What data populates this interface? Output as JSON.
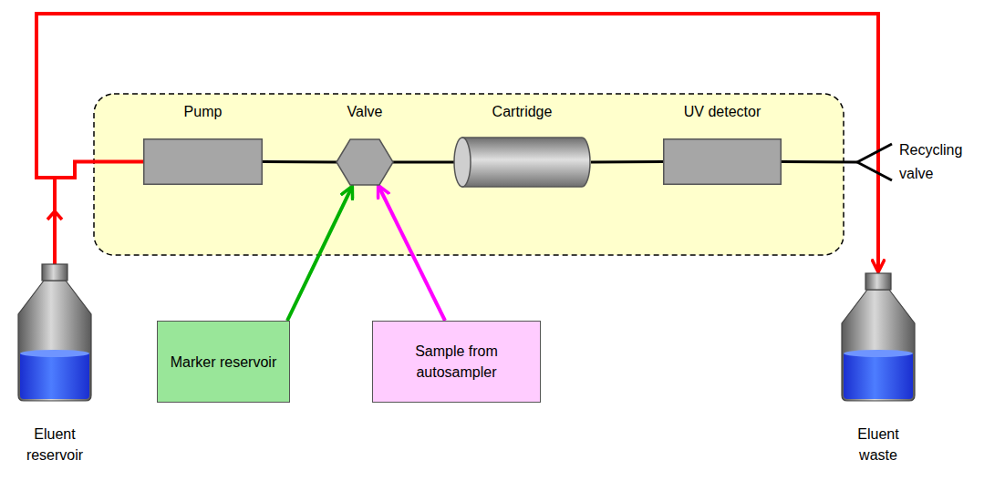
{
  "diagram": {
    "nodes": [
      {
        "text": [
          "Pump"
        ]
      },
      {
        "text": [
          "Valve"
        ]
      },
      {
        "text": [
          "Cartridge"
        ]
      },
      {
        "text": [
          "UV detector"
        ]
      },
      {
        "text": [
          "Recycling valve"
        ]
      },
      {
        "text": [
          "Marker reservoir"
        ]
      },
      {
        "text": [
          "Sample from autosampler"
        ]
      },
      {
        "text": [
          "Eluent reservoir"
        ]
      },
      {
        "text": [
          "Eluent waste"
        ]
      }
    ],
    "edges": [
      {
        "from": 7,
        "to": 0,
        "arrow": "to"
      },
      {
        "from": 7,
        "to": 8,
        "arrow": "to"
      },
      {
        "from": 0,
        "to": 1,
        "arrow": "none"
      },
      {
        "from": 1,
        "to": 2,
        "arrow": "none"
      },
      {
        "from": 2,
        "to": 3,
        "arrow": "none"
      },
      {
        "from": 3,
        "to": 4,
        "arrow": "none"
      },
      {
        "from": 5,
        "to": 1,
        "arrow": "to"
      },
      {
        "from": 6,
        "to": 1,
        "arrow": "to"
      }
    ]
  }
}
